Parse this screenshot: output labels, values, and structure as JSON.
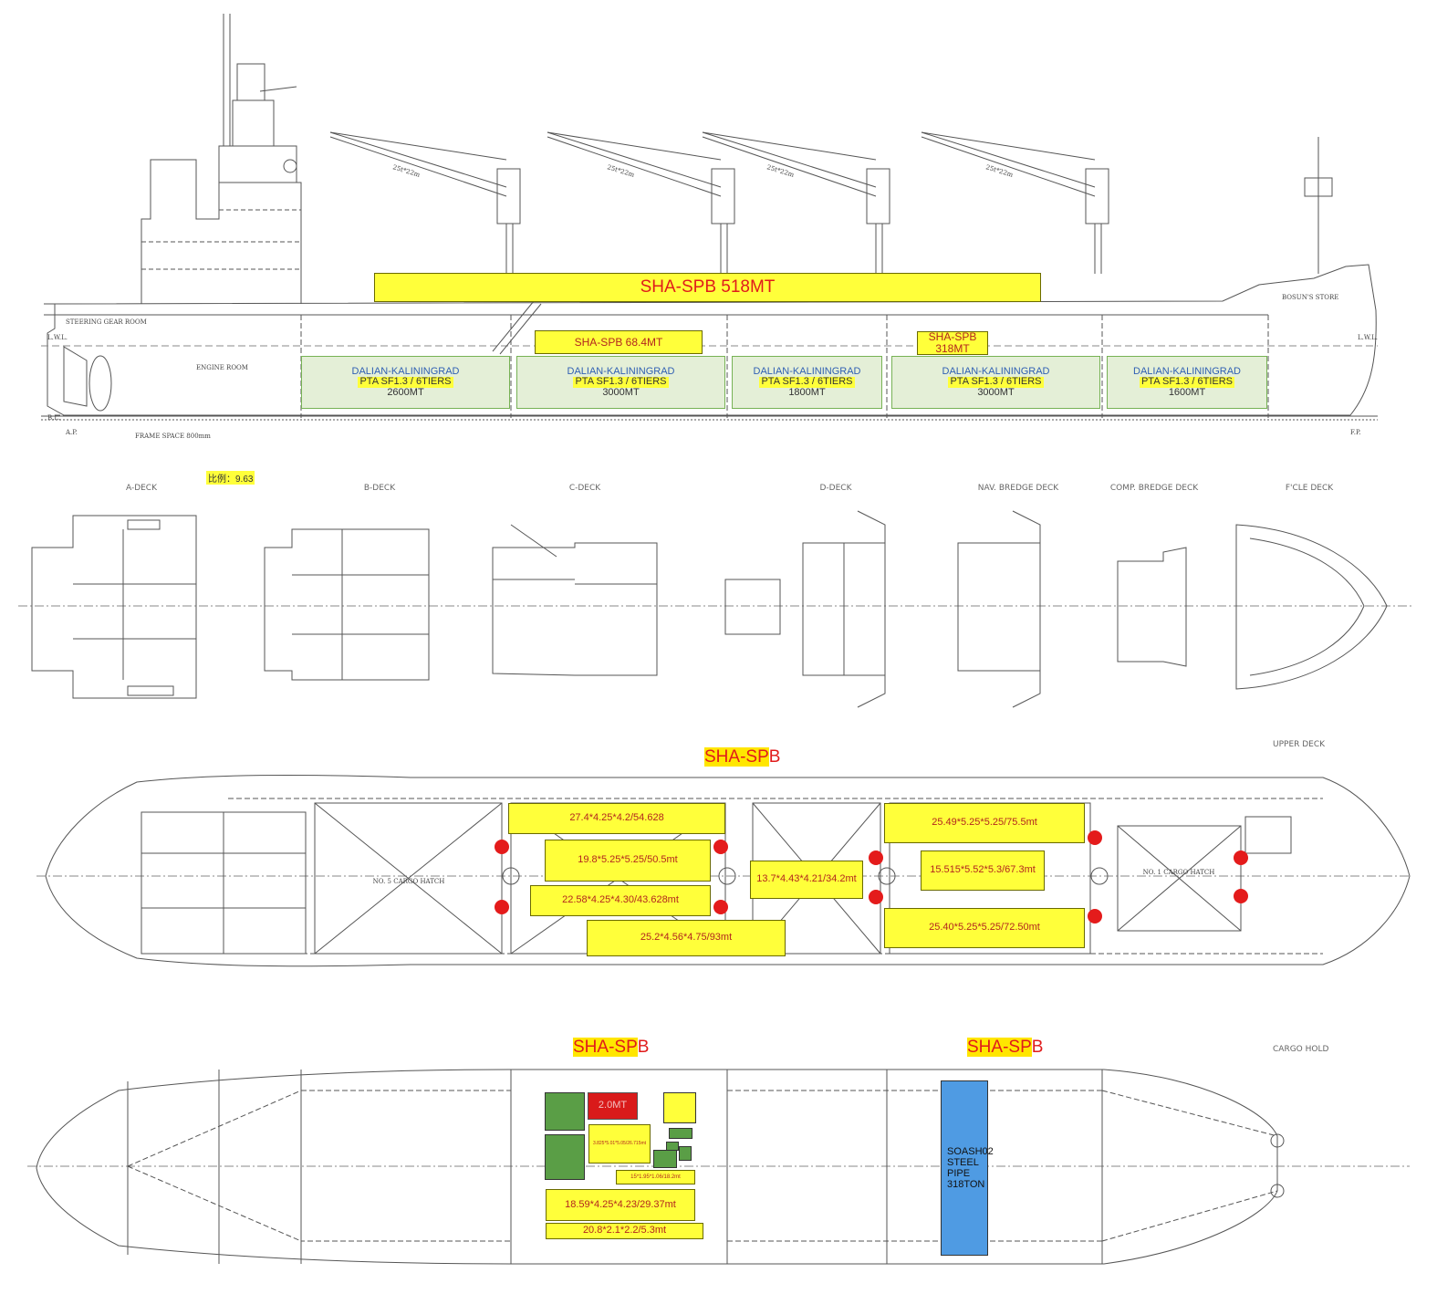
{
  "profile": {
    "deck_load_label": "SHA-SPB 518MT",
    "tween_labels": [
      "SHA-SPB 68.4MT",
      "SHA-SPB 318MT"
    ],
    "holds": [
      {
        "line1": "DALIAN-KALININGRAD",
        "line2": "PTA SF1.3 / 6TIERS",
        "line3": "2600MT"
      },
      {
        "line1": "DALIAN-KALININGRAD",
        "line2": "PTA SF1.3 / 6TIERS",
        "line3": "3000MT"
      },
      {
        "line1": "DALIAN-KALININGRAD",
        "line2": "PTA SF1.3 / 6TIERS",
        "line3": "1800MT"
      },
      {
        "line1": "DALIAN-KALININGRAD",
        "line2": "PTA SF1.3 / 6TIERS",
        "line3": "3000MT"
      },
      {
        "line1": "DALIAN-KALININGRAD",
        "line2": "PTA SF1.3 / 6TIERS",
        "line3": "1600MT"
      }
    ],
    "crane_rating": "25t*22m",
    "labels": {
      "engine_room": "ENGINE ROOM",
      "steering": "STEERING GEAR ROOM",
      "bosun": "BOSUN'S STORE",
      "frame_space": "FRAME SPACE 800mm",
      "ap": "A.P.",
      "fp": "F.P.",
      "lwl": "L.W.L.",
      "bl": "B.L."
    }
  },
  "scale_note": "比例：9.63",
  "decks": [
    "A-DECK",
    "B-DECK",
    "C-DECK",
    "D-DECK",
    "NAV. BREDGE DECK",
    "COMP. BREDGE DECK",
    "F'CLE DECK"
  ],
  "upper_deck": {
    "title": "SHA-SPB",
    "title_highlight": "SHA-SP",
    "title_rest": "B",
    "section_label": "UPPER DECK",
    "cargo": [
      "27.4*4.25*4.2/54.628",
      "19.8*5.25*5.25/50.5mt",
      "22.58*4.25*4.30/43.628mt",
      "25.2*4.56*4.75/93mt",
      "13.7*4.43*4.21/34.2mt",
      "25.49*5.25*5.25/75.5mt",
      "15.515*5.52*5.3/67.3mt",
      "25.40*5.25*5.25/72.50mt"
    ],
    "hatch_labels": [
      "NO. 5 CARGO HATCH",
      "NO. 1 CARGO HATCH"
    ]
  },
  "cargo_hold": {
    "section_label": "CARGO HOLD",
    "titles": [
      {
        "highlight": "SHA-SP",
        "rest": "B"
      },
      {
        "highlight": "SHA-SP",
        "rest": "B"
      }
    ],
    "red_box": "2.0MT",
    "small_label": "3.825*5.01*5.05/26.715mt",
    "tiny_label": "15*1.95*1.06/18.2mt",
    "cargo": [
      "18.59*4.25*4.23/29.37mt",
      "20.8*2.1*2.2/5.3mt"
    ],
    "pipe": [
      "SOASH02",
      "STEEL",
      "PIPE",
      "318TON"
    ]
  },
  "colors": {
    "yellow": "#ffff3a",
    "green_fill": "#e4efd7",
    "green_dark": "#5a9e46",
    "red": "#e41b1b",
    "blue": "#4f9be3",
    "text_blue": "#2f5fb3"
  }
}
